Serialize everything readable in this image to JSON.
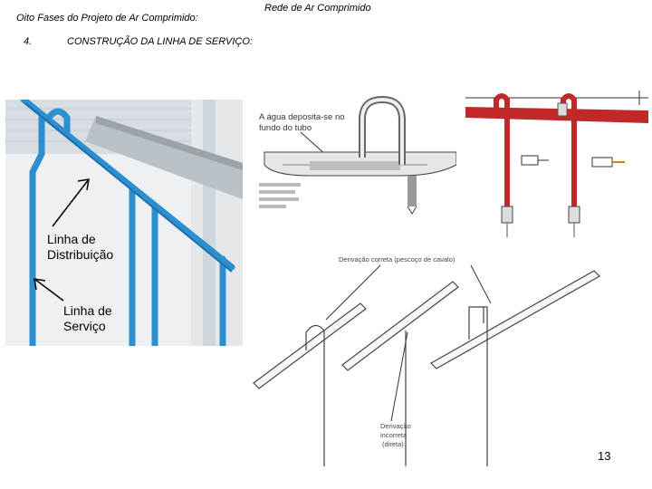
{
  "header": {
    "left_title": "Oito Fases do Projeto de Ar Comprimido:",
    "right_title": "Rede de Ar Comprimido"
  },
  "section": {
    "number": "4.",
    "title": "CONSTRUÇÃO DA LINHA DE SERVIÇO:"
  },
  "photo_labels": {
    "distribution_line_1": "Linha de",
    "distribution_line_2": "Distribuição",
    "service_line_1": "Linha de",
    "service_line_2": "Serviço"
  },
  "diagram_a": {
    "caption_line_1": "A água deposita-se no",
    "caption_line_2": "fundo do tubo"
  },
  "diagram_c": {
    "correct_label": "Derivação correta (pescoço de cavalo)",
    "incorrect_line_1": "Derivação",
    "incorrect_line_2": "incorreta",
    "incorrect_line_3": "(direta)"
  },
  "page_number": "13",
  "colors": {
    "pipe_blue": "#2e8fd0",
    "pipe_red": "#c0282a",
    "line_gray": "#555555"
  }
}
